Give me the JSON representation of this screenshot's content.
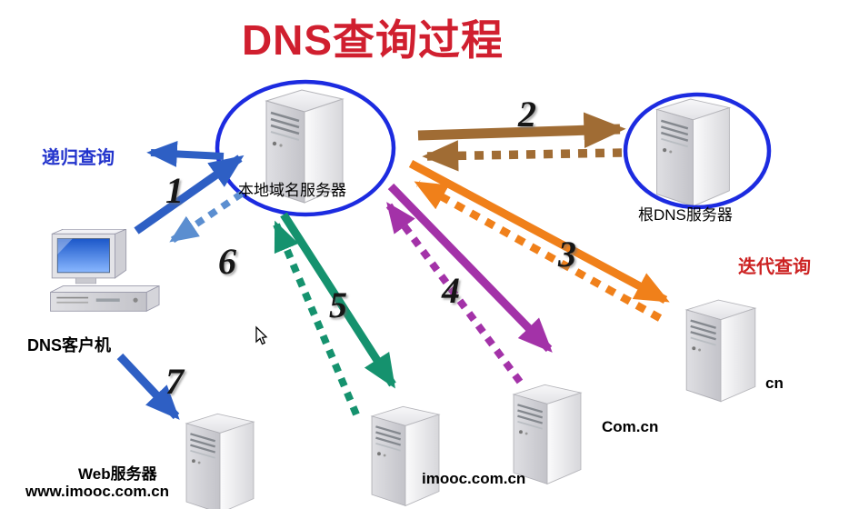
{
  "title": "DNS查询过程",
  "annotations": {
    "recursive_query": "递归查询",
    "iterative_query": "迭代查询"
  },
  "nodes": {
    "local_dns": {
      "label": "本地域名服务器"
    },
    "root_dns": {
      "label": "根DNS服务器"
    },
    "client": {
      "label": "DNS客户机"
    },
    "web_server": {
      "label": "Web服务器",
      "domain": "www.imooc.com.cn"
    },
    "imooc_server": {
      "label": "imooc.com.cn"
    },
    "com_cn_server": {
      "label": "Com.cn"
    },
    "cn_server": {
      "label": "cn"
    }
  },
  "steps": {
    "n1": "1",
    "n2": "2",
    "n3": "3",
    "n4": "4",
    "n5": "5",
    "n6": "6",
    "n7": "7"
  },
  "colors": {
    "title_red": "#d01f2f",
    "recursive_text_blue": "#2233cc",
    "iterative_text_red": "#cc2222",
    "ellipse_blue": "#1c2be0",
    "arrow_blue": "#2e5fc4",
    "arrow_blue_dashed": "#5b8ed0",
    "arrow_brown": "#a06c34",
    "arrow_orange": "#f0801a",
    "arrow_magenta": "#a332a8",
    "arrow_green": "#15926e"
  }
}
